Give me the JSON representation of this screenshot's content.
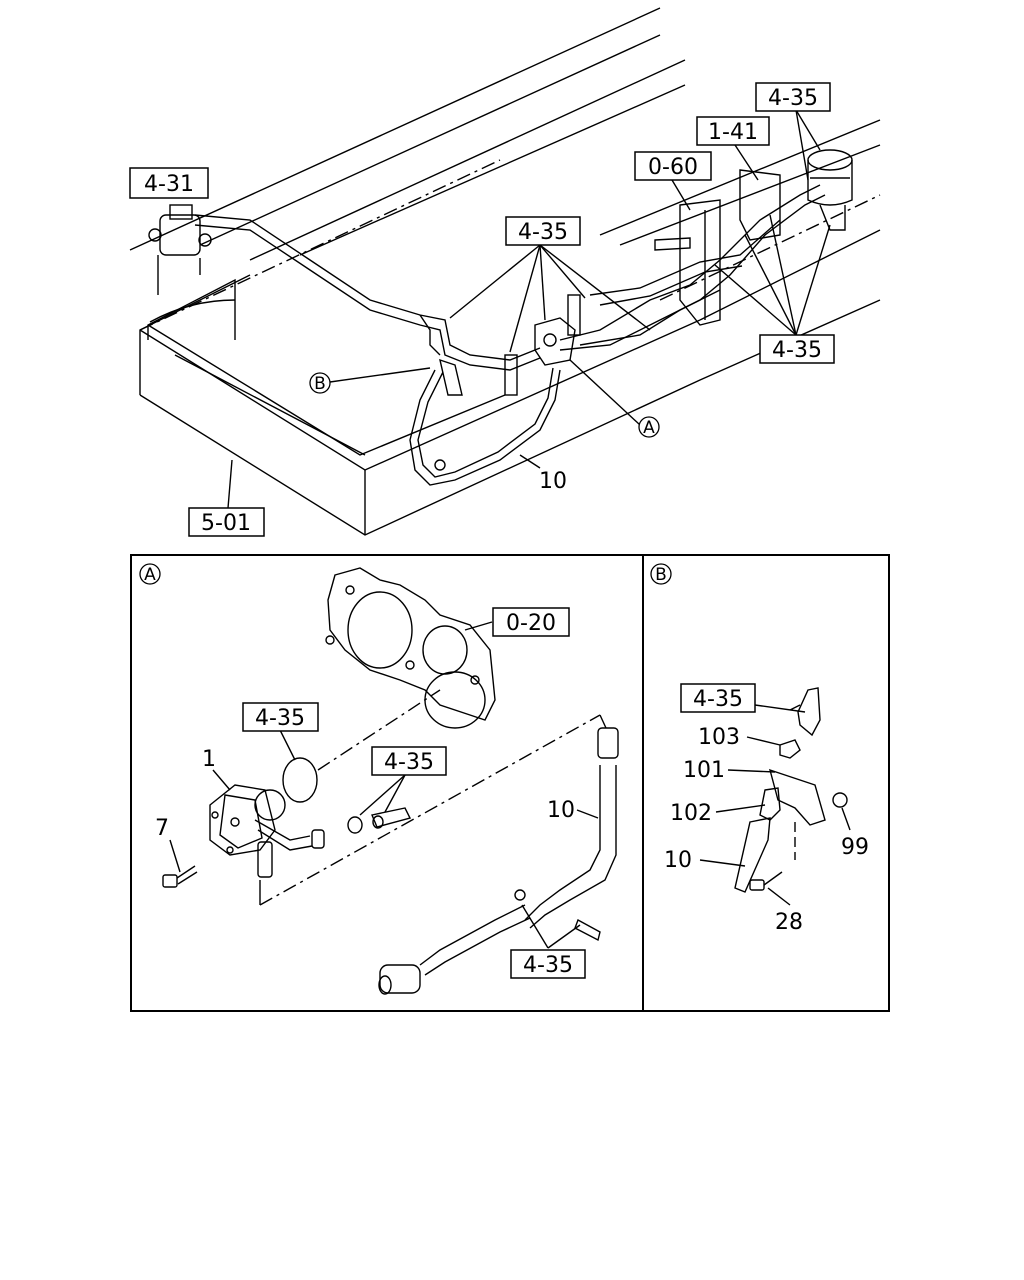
{
  "overview": {
    "ref_4_31": "4-31",
    "ref_4_35_top": "4-35",
    "ref_1_41": "1-41",
    "ref_0_60": "0-60",
    "ref_4_35_mid": "4-35",
    "ref_4_35_right": "4-35",
    "ref_5_01": "5-01",
    "num_10": "10",
    "callout_b": "B",
    "callout_a": "A"
  },
  "detail_a": {
    "label": "A",
    "ref_0_20": "0-20",
    "ref_4_35_oring": "4-35",
    "ref_4_35_fittings": "4-35",
    "ref_4_35_clamp": "4-35",
    "num_1": "1",
    "num_7": "7",
    "num_10": "10"
  },
  "detail_b": {
    "label": "B",
    "ref_4_35": "4-35",
    "num_103": "103",
    "num_101": "101",
    "num_102": "102",
    "num_10": "10",
    "num_99": "99",
    "num_28": "28"
  }
}
